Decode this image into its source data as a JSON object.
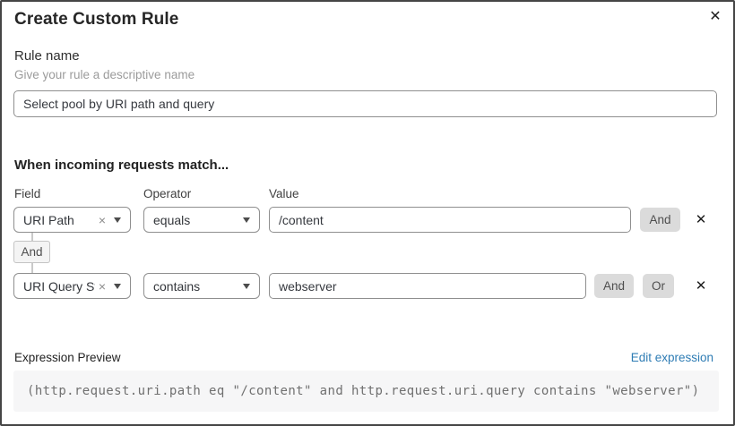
{
  "modal": {
    "title": "Create Custom Rule"
  },
  "icons": {
    "close": "✕",
    "remove": "×",
    "delete_row": "✕"
  },
  "rule_name": {
    "label": "Rule name",
    "helper": "Give your rule a descriptive name",
    "value": "Select pool by URI path and query"
  },
  "match": {
    "heading": "When incoming requests match...",
    "columns": {
      "field": "Field",
      "operator": "Operator",
      "value": "Value"
    },
    "rows": [
      {
        "field": "URI Path",
        "operator": "equals",
        "value": "/content",
        "and_label": "And"
      },
      {
        "field": "URI Query St...",
        "operator": "contains",
        "value": "webserver",
        "and_label": "And",
        "or_label": "Or"
      }
    ],
    "group_connector": "And"
  },
  "expression": {
    "label": "Expression Preview",
    "edit_link": "Edit expression",
    "code": "(http.request.uri.path eq \"/content\" and http.request.uri.query contains \"webserver\")"
  },
  "colors": {
    "link_blue": "#2e7cb4",
    "button_gray": "#dbdbdb",
    "border_gray": "#8f8f8f",
    "modal_border": "#454545",
    "code_bg": "#f6f6f7"
  }
}
